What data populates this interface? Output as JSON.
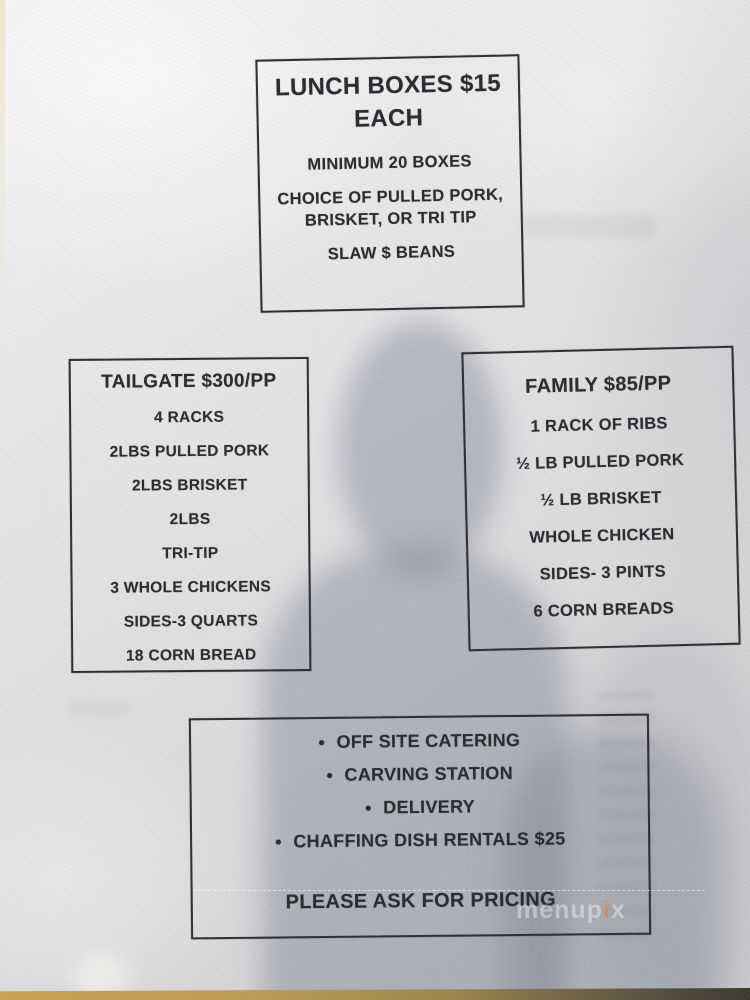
{
  "menu": {
    "lunch": {
      "title": "LUNCH BOXES $15",
      "title2": "EACH",
      "items": [
        "MINIMUM 20 BOXES",
        "CHOICE OF PULLED PORK,",
        "BRISKET, OR TRI TIP",
        "SLAW $ BEANS"
      ]
    },
    "tailgate": {
      "title": "TAILGATE $300/PP",
      "items": [
        "4 RACKS",
        "2LBS PULLED PORK",
        "2LBS BRISKET",
        "2LBS",
        "TRI-TIP",
        "3 WHOLE CHICKENS",
        "SIDES-3 QUARTS",
        "18 CORN BREAD"
      ]
    },
    "family": {
      "title": "FAMILY $85/PP",
      "items": [
        "1 RACK OF RIBS",
        "½ LB PULLED PORK",
        "½ LB BRISKET",
        "WHOLE CHICKEN",
        "SIDES- 3 PINTS",
        "6 CORN BREADS"
      ]
    },
    "catering": {
      "bullet_glyph": "●",
      "items": [
        "OFF SITE CATERING",
        "CARVING STATION",
        "DELIVERY",
        "CHAFFING DISH RENTALS $25"
      ],
      "footer": "PLEASE ASK FOR PRICING"
    }
  },
  "watermark": {
    "full": "menupix",
    "pre": "menup",
    "i": "i",
    "post": "x"
  },
  "colors": {
    "ink": "#28292d",
    "paper": "#e2e2e4",
    "person_shadow": "#5c6476",
    "table_edge": "#c8a254",
    "watermark_accent": "#eb7d2d"
  }
}
